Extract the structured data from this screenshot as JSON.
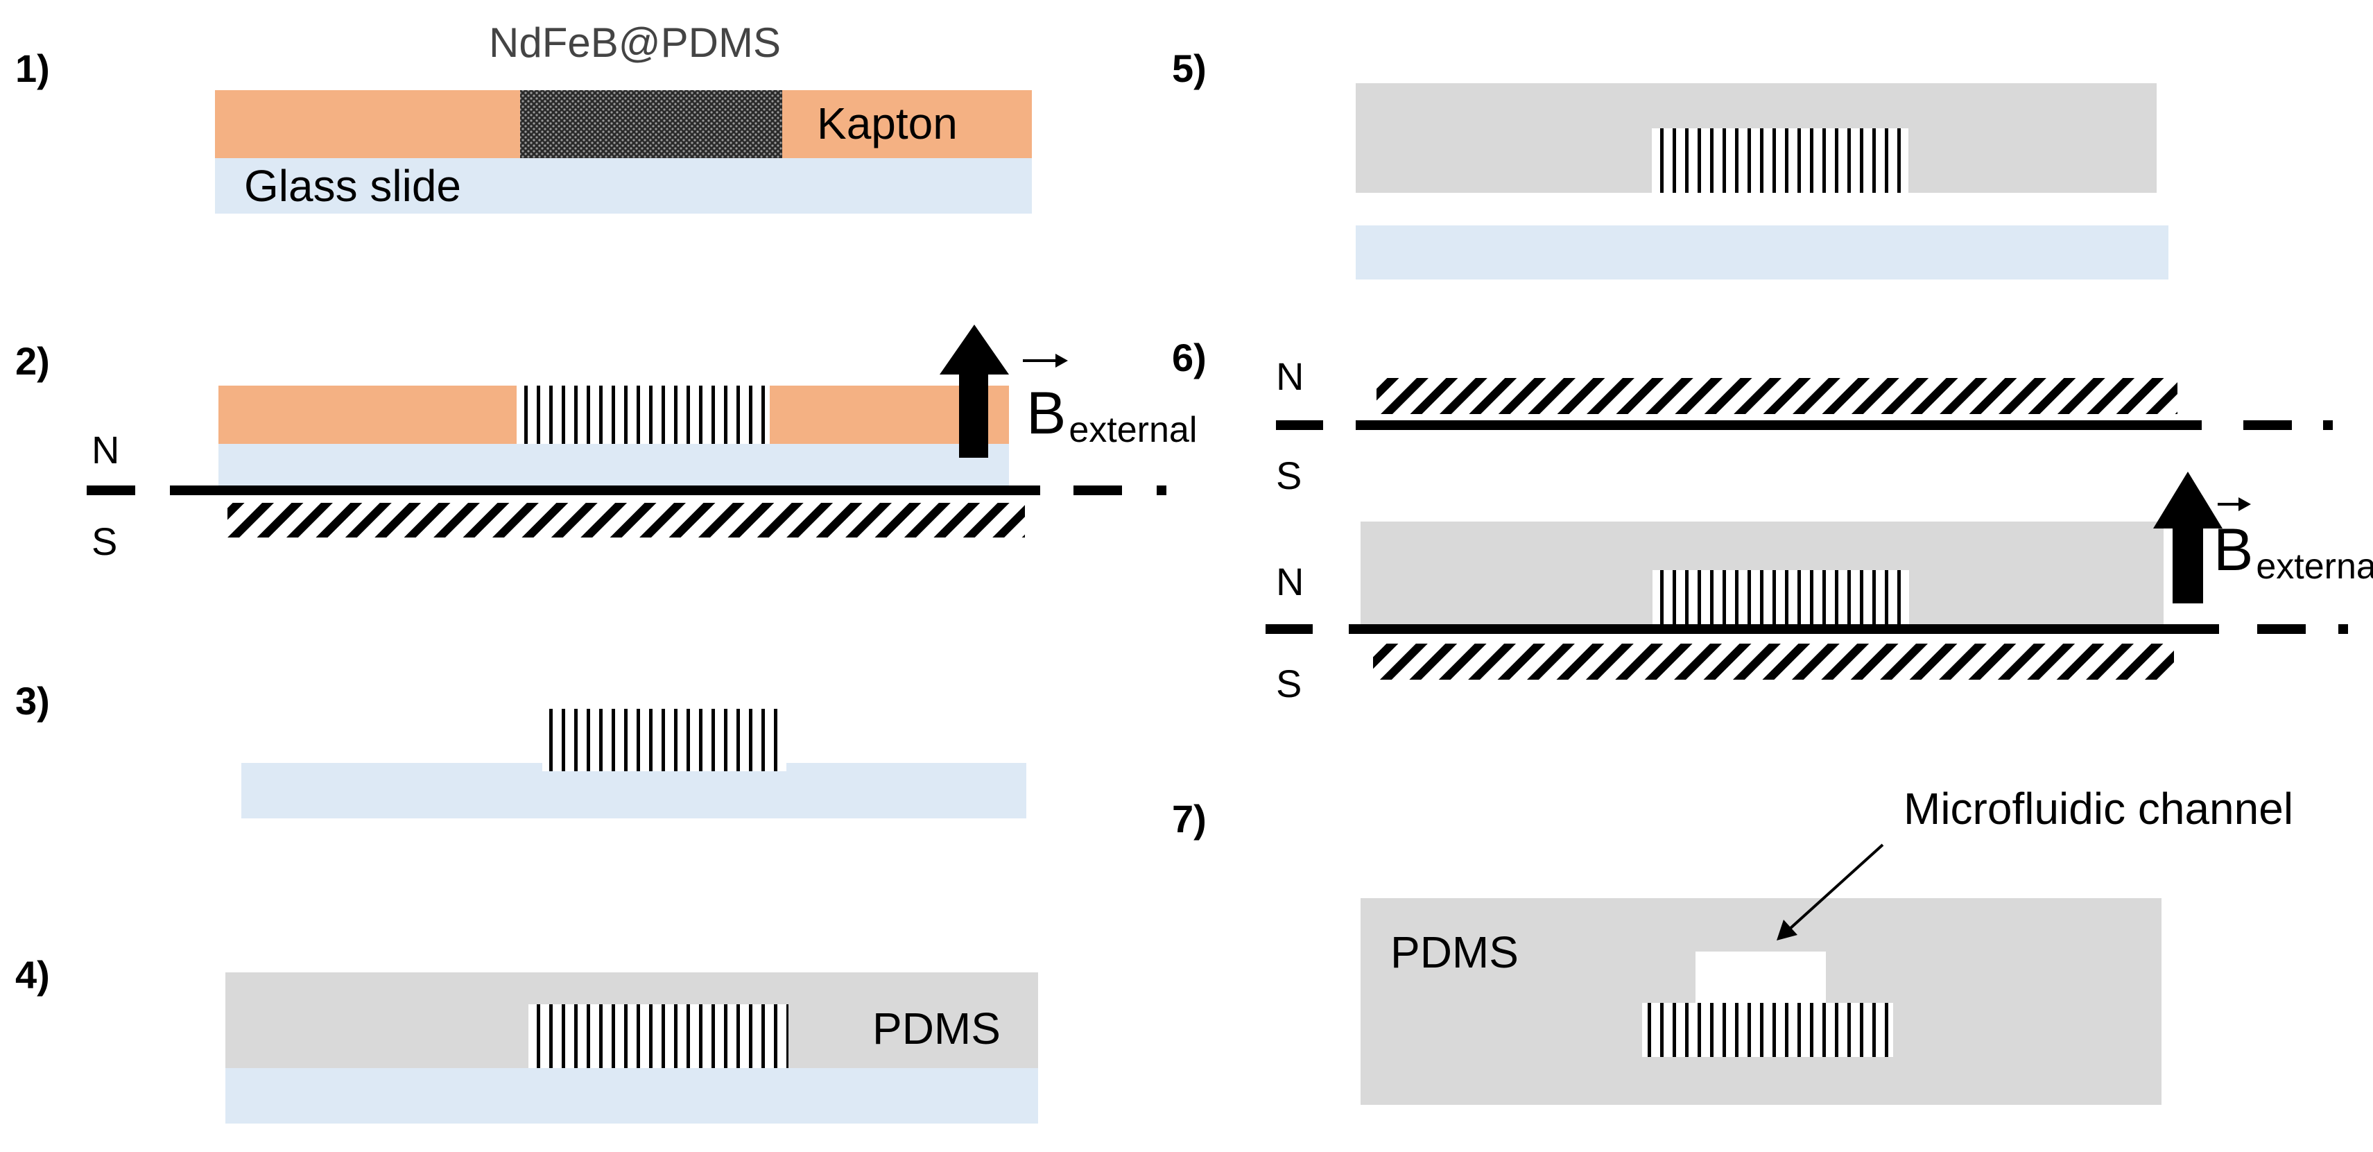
{
  "steps": [
    "1)",
    "2)",
    "3)",
    "4)",
    "5)",
    "6)",
    "7)"
  ],
  "labels": {
    "ndfeb_pdms": "NdFeB@PDMS",
    "kapton": "Kapton",
    "glass_slide": "Glass slide",
    "pdms_step4": "PDMS",
    "pdms_step7": "PDMS",
    "microfluidic_channel": "Microfluidic channel"
  },
  "poles": {
    "north": "N",
    "south": "S"
  },
  "field": {
    "symbol": "B",
    "subscript": "external"
  },
  "colors": {
    "kapton": "#f4b183",
    "glass": "#dde9f5",
    "pdms": "#d9d9d9",
    "magnetic_stripes": "#000000"
  }
}
